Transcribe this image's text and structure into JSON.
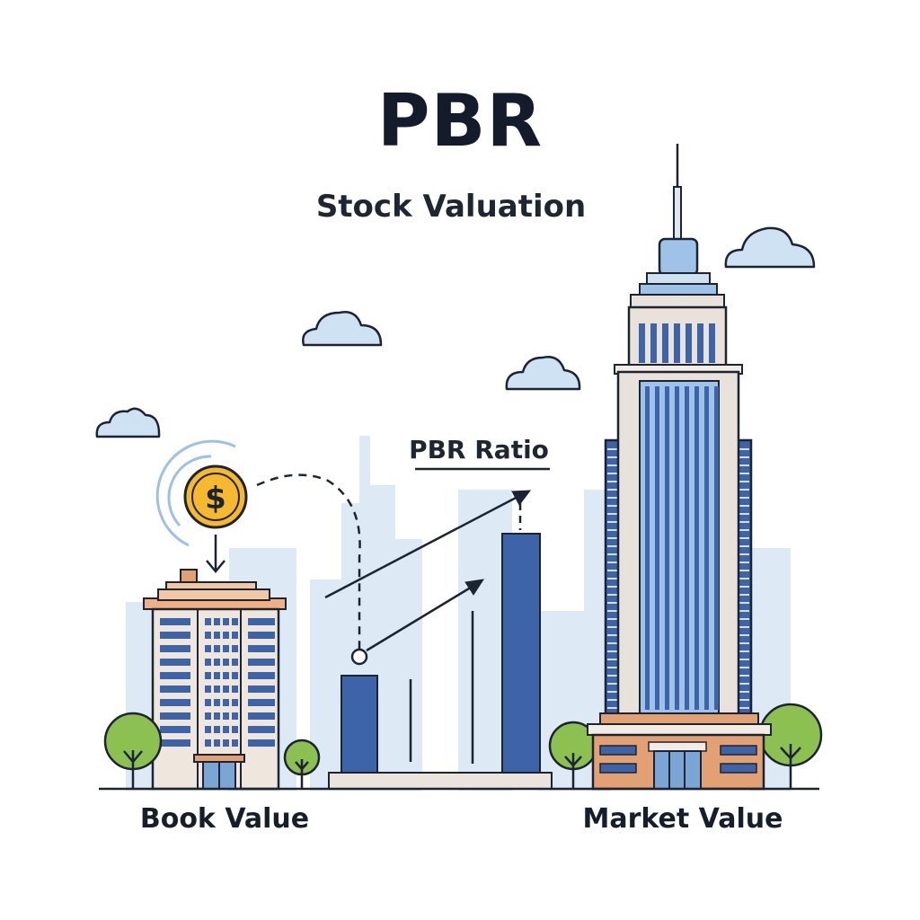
{
  "title": "PBR",
  "subtitle": "Stock Valuation",
  "ratio_label": "PBR Ratio",
  "book_label": "Book Value",
  "market_label": "Market Value",
  "coin_symbol": "$",
  "colors": {
    "navy": "#1e2634",
    "blue_bar": "#3d64a8",
    "light_blue": "#cfe0f1",
    "skyline": "#dbe8f4",
    "gold": "#f5b82e",
    "tree_green": "#8cc152",
    "brick": "#e2a073",
    "outline": "#1c2433"
  }
}
